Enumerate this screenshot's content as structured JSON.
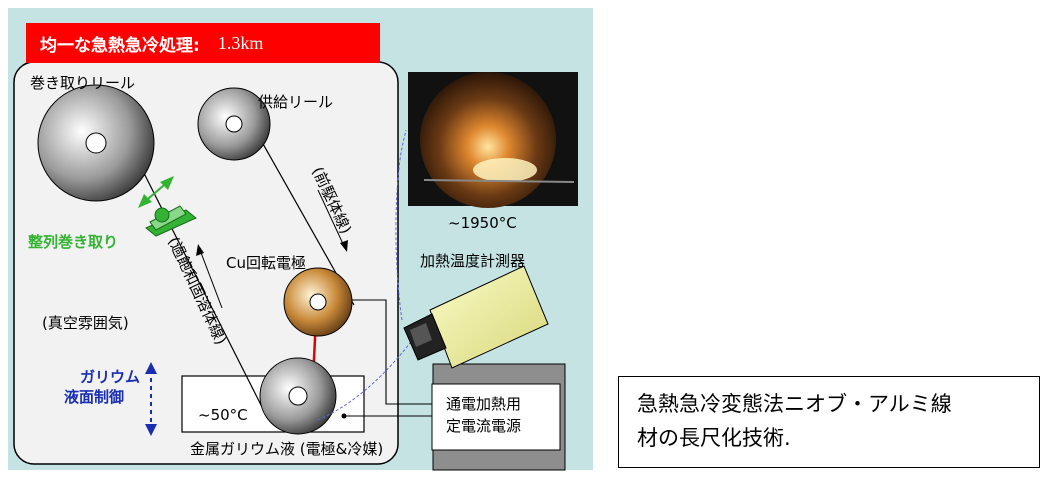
{
  "title": {
    "prefix": "均一な急熱急冷処理:",
    "distance": "1.3km"
  },
  "labels": {
    "takeup_reel": "巻き取りリール",
    "supply_reel": "供給リール",
    "aligned_winding": "整列巻き取り",
    "cu_electrode": "Cu回転電極",
    "precursor_wire": "(前駆体線)",
    "supersaturated_wire": "(過飽和固溶体線)",
    "vacuum": "(真空雰囲気)",
    "gallium_level_line1": "ガリウム",
    "gallium_level_line2": "液面制御",
    "gallium_temp": "~50°C",
    "gallium_liquid": "金属ガリウム液 (電極&冷媒)",
    "heat_temp": "~1950°C",
    "thermometer": "加熱温度計測器",
    "power_line1": "通電加熱用",
    "power_line2": "定電流電源"
  },
  "caption": {
    "line1": "急熱急冷変態法ニオブ・アルミ線",
    "line2": "材の長尺化技術."
  },
  "colors": {
    "panel_bg": "#c6e3e3",
    "title_bg": "#ff0000",
    "green": "#33b233",
    "blue": "#1a2fb0",
    "hot_wire": "#e00000"
  }
}
